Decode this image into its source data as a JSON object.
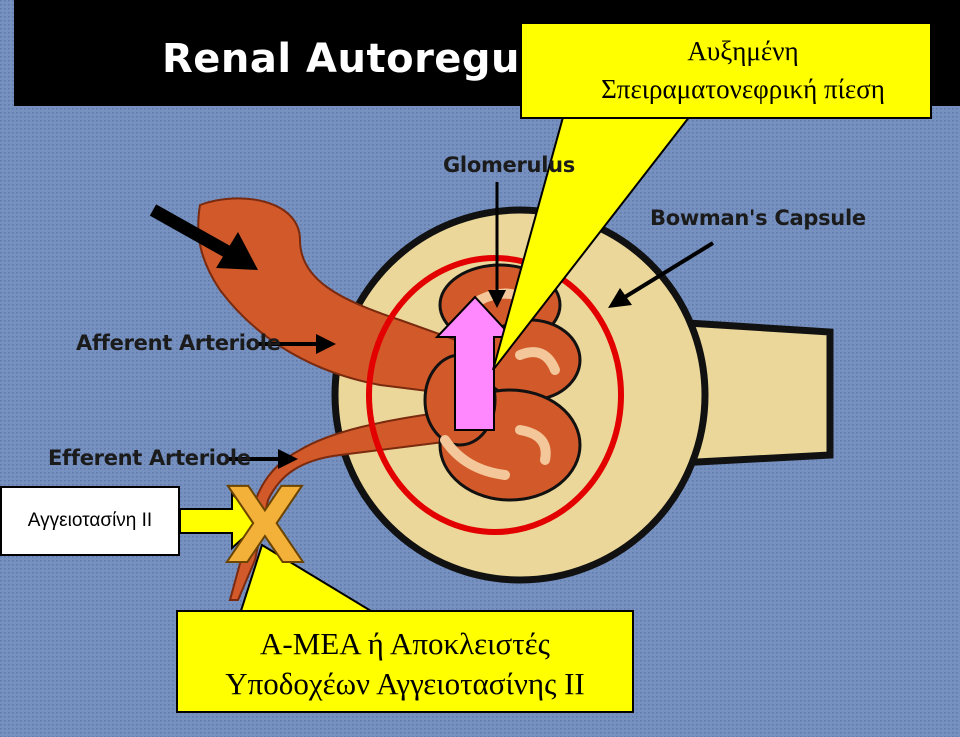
{
  "title": "Renal Autoregula",
  "labels": {
    "glomerulus": "Glomerulus",
    "bowmans_capsule": "Bowman's Capsule",
    "afferent_arteriole": "Afferent Arteriole",
    "efferent_arteriole": "Efferent Arteriole"
  },
  "callouts": {
    "top_line1": "Αυξημένη",
    "top_line2": "Σπειραματονεφρική πίεση",
    "side": "Αγγειοτασίνη ΙΙ",
    "bottom_line1": "Α-ΜΕΑ ή Αποκλειστές",
    "bottom_line2": "Υποδοχέων Αγγειοτασίνης ΙΙ"
  },
  "block_symbol": "X",
  "colors": {
    "background": "#6f88b8",
    "vessel": "#d2592a",
    "capsule": "#ebd79a",
    "highlight_circle": "#e30000",
    "up_arrow": "#ff88ff",
    "callout": "#ffff00",
    "block_x": "#f3b13a"
  }
}
